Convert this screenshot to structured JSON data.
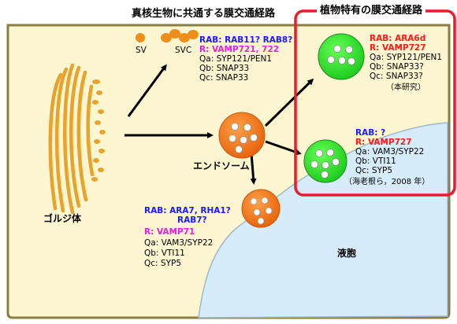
{
  "titles": {
    "common": "真核生物に共通する膜交通経路",
    "plant": "植物特有の膜交通経路"
  },
  "labels": {
    "sv": "SV",
    "svc": "SVC",
    "endosome": "エンドソーム",
    "golgi": "ゴルジ体",
    "vacuole": "液胞"
  },
  "pathways": {
    "svc": {
      "rab": "RAB: RAB11? RAB8?",
      "r": "R:   VAMP721, 722",
      "qa": "Qa: SYP121/PEN1",
      "qb": "Qb: SNAP33",
      "qc": "Qc: SNAP33"
    },
    "plant_top": {
      "rab": "RAB: ARA6d",
      "r": "R:   VAMP727",
      "qa": "Qa: SYP121/PEN1",
      "qb": "Qb: SNAP33?",
      "qc": "Qc: SNAP33?",
      "note": "（本研究）"
    },
    "plant_vac": {
      "rab": "RAB: ?",
      "r": "R:   VAMP727",
      "qa": "Qa: VAM3/SYP22",
      "qb": "Qb: VTI11",
      "qc": "Qc: SYP5",
      "note": "（海老根ら，2008 年）"
    },
    "vacuole": {
      "rab1": "RAB: ARA7, RHA1?",
      "rab2": "RAB7?",
      "r": "R:   VAMP71",
      "qa": "Qa: VAM3/SYP22",
      "qb": "Qb: VTI11",
      "qc": "Qc: SYP5"
    }
  },
  "colors": {
    "cell_fill": "#fdf6d0",
    "cell_border": "#8a7d40",
    "golgi": "#e8a32c",
    "endosome": "#f07a12",
    "green_compartment": "#33e633",
    "vacuole": "#d6ecfa",
    "plant_box": "#e81c2c"
  }
}
